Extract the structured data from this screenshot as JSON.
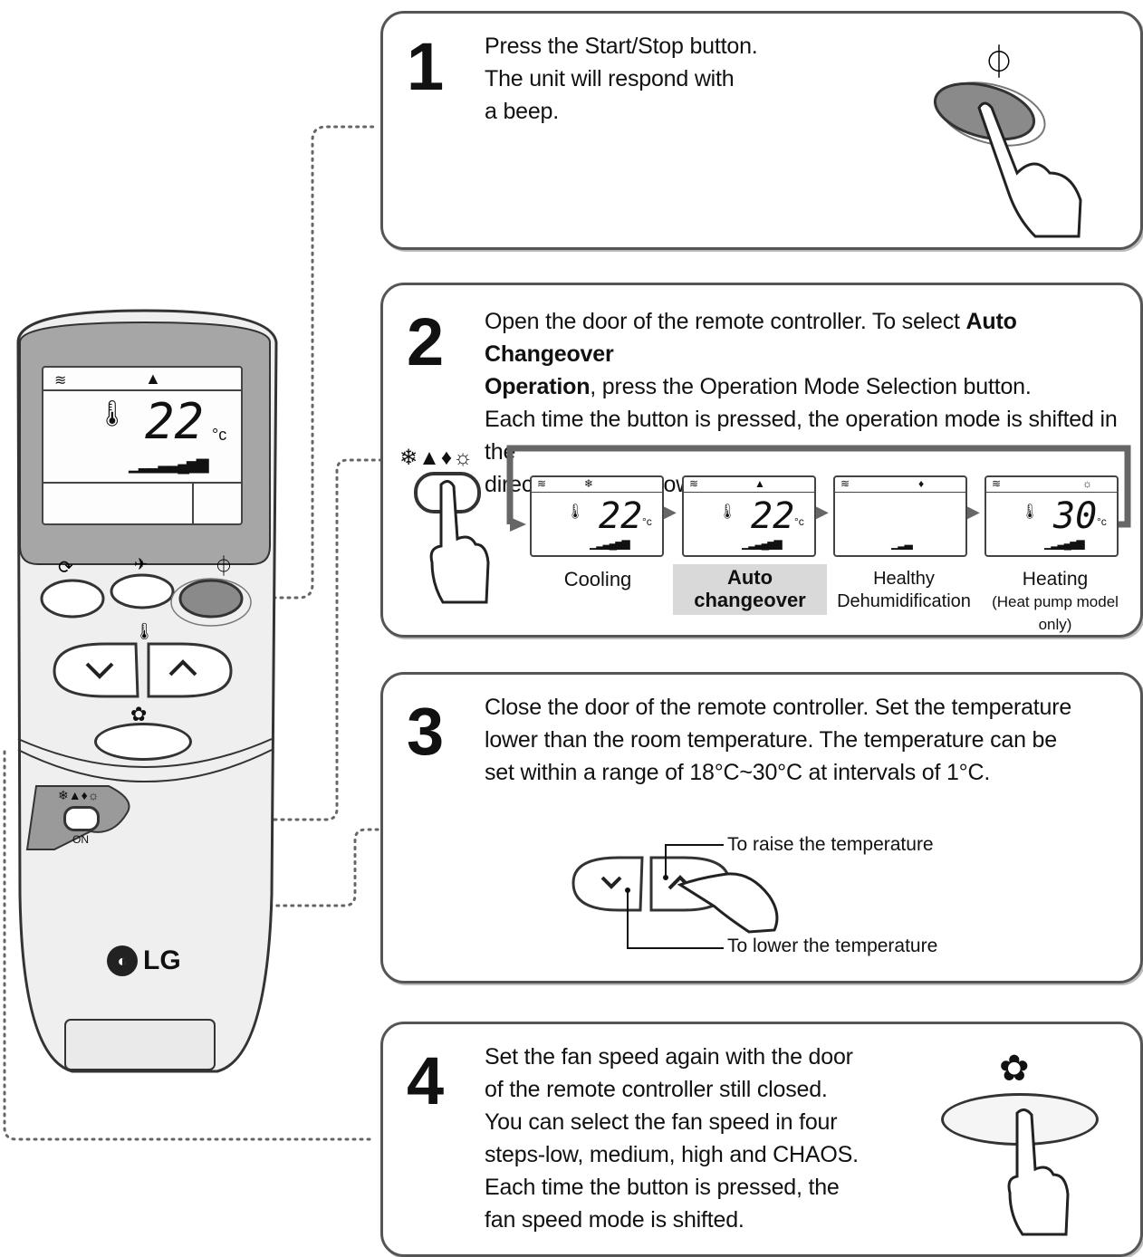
{
  "remote": {
    "display_temp": "22",
    "temp_unit": "°c",
    "door_label": "ON",
    "brand": "LG"
  },
  "steps": [
    {
      "number": "1",
      "lines": [
        "Press the Start/Stop button.",
        "The unit will respond with",
        "a beep."
      ]
    },
    {
      "number": "2",
      "pre_bold_1": "Open the door of the remote controller. To select ",
      "bold_1": "Auto Changeover",
      "bold_2": "Operation",
      "post_bold_2": ", press the Operation Mode Selection button.",
      "line_3": "Each time the button is pressed, the operation mode is shifted in the",
      "line_4": "direction of the arrow.",
      "modes": [
        {
          "name": "Cooling",
          "temp": "22",
          "unit": "°c"
        },
        {
          "name_1": "Auto",
          "name_2": "changeover",
          "temp": "22",
          "unit": "°c"
        },
        {
          "name_1": "Healthy",
          "name_2": "Dehumidification"
        },
        {
          "name_1": "Heating",
          "name_2": "(Heat pump model only)",
          "temp": "30",
          "unit": "°c"
        }
      ]
    },
    {
      "number": "3",
      "lines": [
        "Close the door of the remote controller. Set the temperature",
        "lower than the room temperature. The temperature can be",
        "set within a range of 18°C~30°C at intervals of 1°C."
      ],
      "raise_label": "To raise the temperature",
      "lower_label": "To lower the temperature"
    },
    {
      "number": "4",
      "lines": [
        "Set the fan speed again with the door",
        "of the remote controller still closed.",
        "You can select the fan speed in four",
        "steps-low, medium, high and CHAOS.",
        "Each time the button is pressed, the",
        "fan speed mode is shifted."
      ]
    }
  ],
  "colors": {
    "panel_border": "#555555",
    "button_dark": "#8a8a8a",
    "remote_body": "#efefef",
    "lcd_frame": "#a6a6a6",
    "auto_highlight": "#d9d9d9"
  }
}
